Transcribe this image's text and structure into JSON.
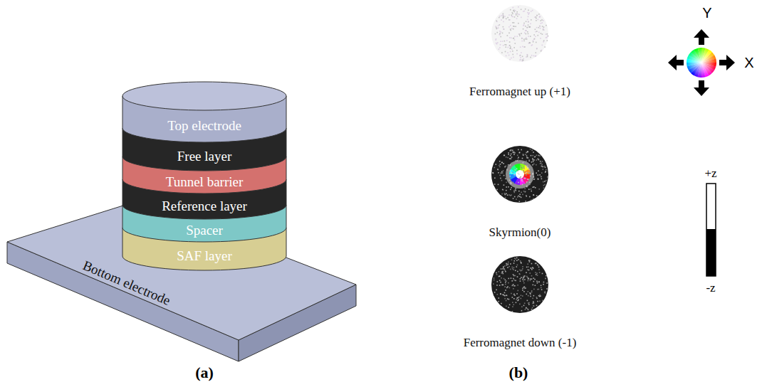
{
  "diagram": {
    "nodes": [
      {
        "text": [
          "Top electrode"
        ]
      },
      {
        "text": [
          "Free layer"
        ]
      },
      {
        "text": [
          "Tunnel barrier"
        ]
      },
      {
        "text": [
          "Reference layer"
        ]
      },
      {
        "text": [
          "Spacer"
        ]
      },
      {
        "text": [
          "SAF layer"
        ]
      },
      {
        "text": [
          "Bottom electrode"
        ]
      },
      {
        "text": [
          "Ferromagnet up (+1)"
        ]
      },
      {
        "text": [
          "Skyrmion(0)"
        ]
      },
      {
        "text": [
          "Ferromagnet down (-1)"
        ]
      }
    ],
    "labels": [
      "(a)",
      "(b)",
      "Y",
      "X",
      "+z",
      "-z"
    ]
  }
}
